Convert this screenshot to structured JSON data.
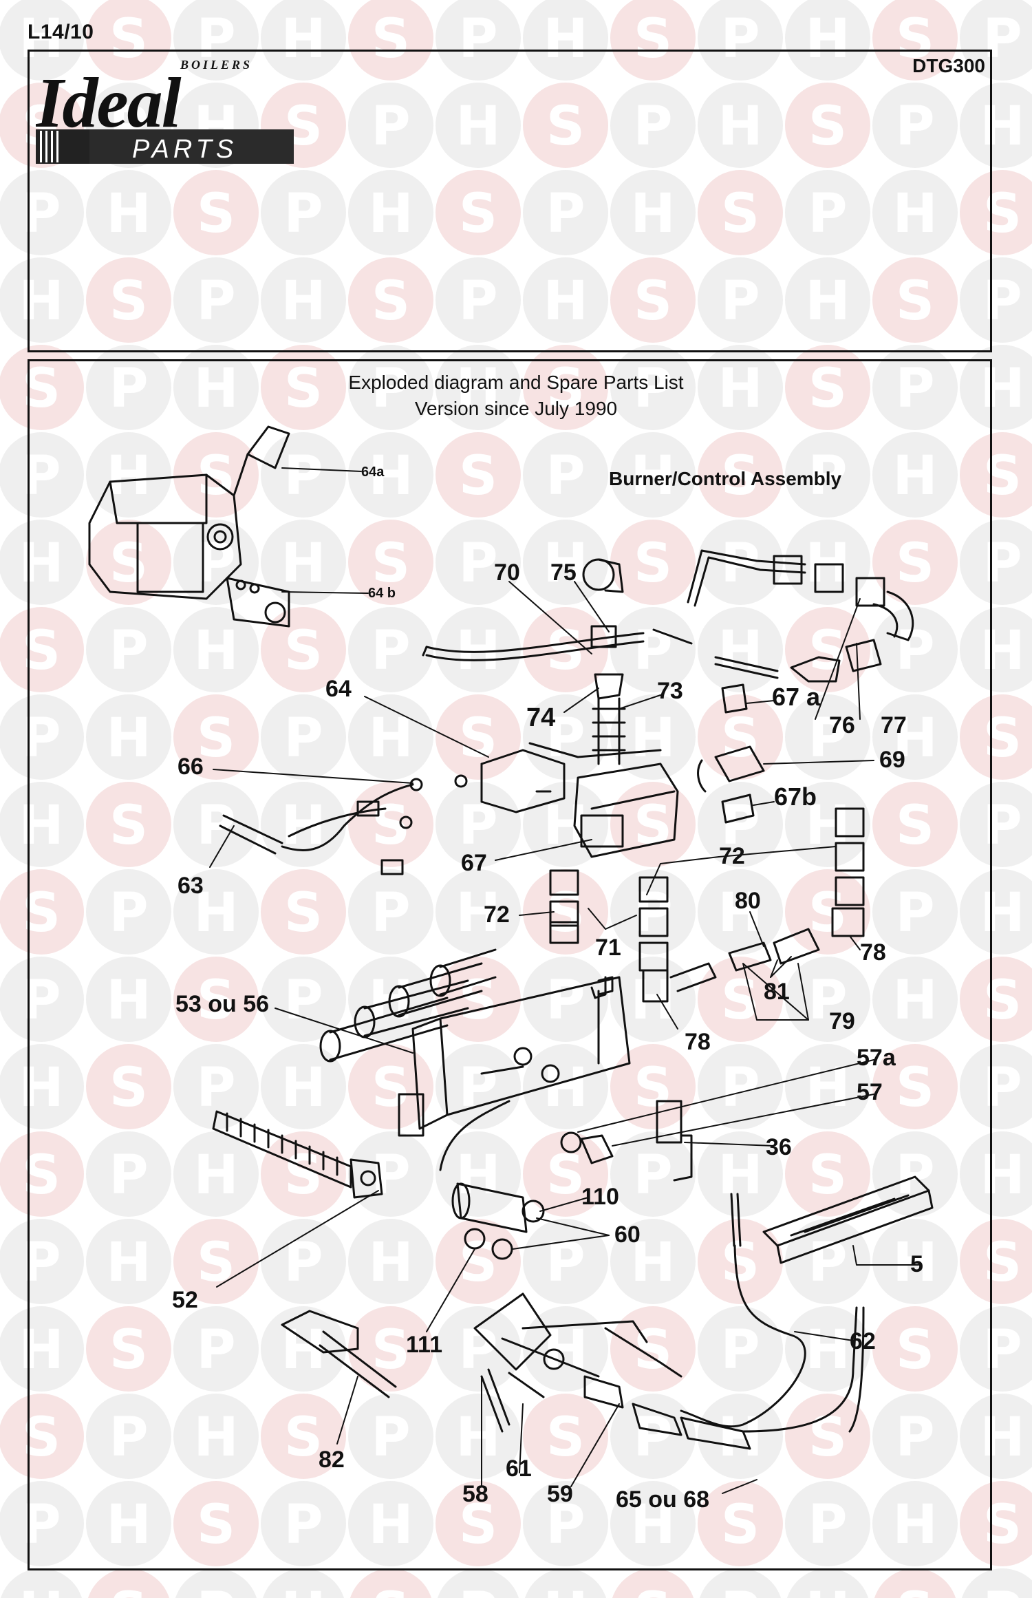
{
  "header": {
    "doc_code": "L14/10",
    "model": "DTG300",
    "logo": {
      "brand": "Ideal",
      "sub_top": "BOILERS",
      "sub_bottom": "PARTS"
    }
  },
  "watermark": {
    "letters": [
      "H",
      "S",
      "P"
    ]
  },
  "diagram": {
    "title_line1": "Exploded diagram and Spare Parts List",
    "title_line2": "Version since July 1990",
    "assembly": "Burner/Control Assembly",
    "labels": {
      "p64a": "64a",
      "p64b": "64 b",
      "p70": "70",
      "p75": "75",
      "p64": "64",
      "p73": "73",
      "p74": "74",
      "p67a": "67 a",
      "p76": "76",
      "p77": "77",
      "p66": "66",
      "p69": "69",
      "p67b": "67b",
      "p63": "63",
      "p67": "67",
      "p72a": "72",
      "p72b": "72",
      "p80": "80",
      "p71": "71",
      "p78a": "78",
      "p81": "81",
      "p53": "53 ou 56",
      "p79": "79",
      "p78b": "78",
      "p57a": "57a",
      "p57": "57",
      "p36": "36",
      "p110": "110",
      "p60": "60",
      "p5": "5",
      "p52": "52",
      "p111": "111",
      "p62": "62",
      "p82": "82",
      "p61": "61",
      "p58": "58",
      "p59": "59",
      "p65": "65 ou 68"
    }
  }
}
